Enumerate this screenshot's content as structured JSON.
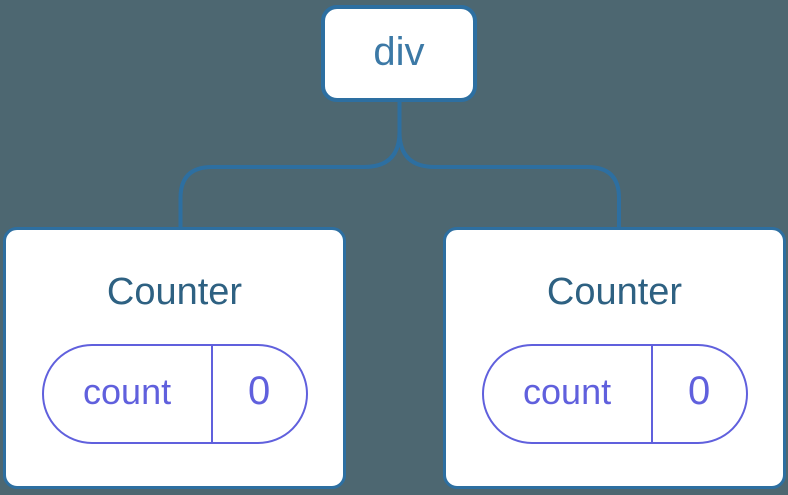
{
  "diagram": {
    "root": {
      "label": "div"
    },
    "children": [
      {
        "title": "Counter",
        "state": {
          "key": "count",
          "value": "0"
        }
      },
      {
        "title": "Counter",
        "state": {
          "key": "count",
          "value": "0"
        }
      }
    ]
  },
  "colors": {
    "background": "#4d6771",
    "line_blue": "#2d6fa1",
    "root_label": "#3c79a6",
    "title_blue": "#2e6182",
    "state_purple": "#6060dd",
    "node_fill": "#ffffff"
  }
}
